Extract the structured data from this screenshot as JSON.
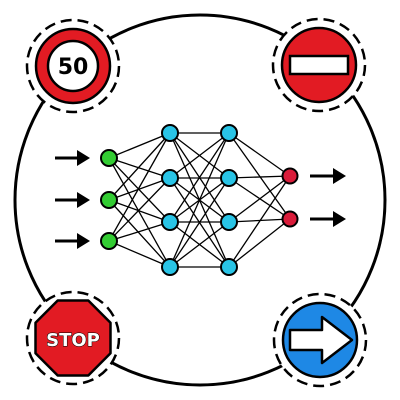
{
  "colors": {
    "input_node": "#33cc33",
    "hidden_node": "#29c4e6",
    "output_node": "#d91c3a",
    "sign_red": "#e21b23",
    "sign_blue": "#1e88e5",
    "outline": "#000000",
    "white": "#ffffff"
  },
  "signs": {
    "speed_limit": {
      "icon": "speed-limit-sign-icon",
      "text": "50"
    },
    "no_entry": {
      "icon": "no-entry-sign-icon"
    },
    "stop": {
      "icon": "stop-sign-icon",
      "text": "STOP"
    },
    "direction": {
      "icon": "right-arrow-sign-icon"
    }
  },
  "network": {
    "icon": "neural-network-icon",
    "layers": [
      3,
      4,
      4,
      2
    ],
    "input_arrows": 3,
    "output_arrows": 2
  }
}
